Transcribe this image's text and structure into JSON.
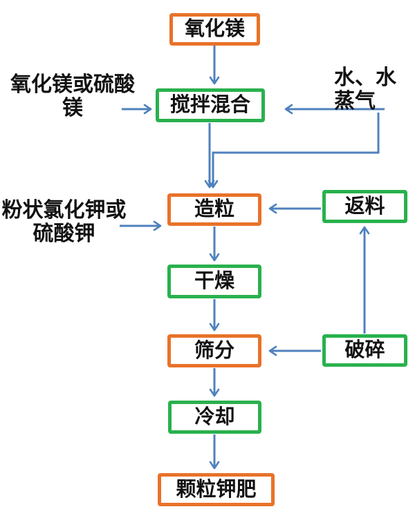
{
  "colors": {
    "orange": "#E8722A",
    "green": "#29B14D",
    "arrow": "#4F81BD",
    "text": "#111111",
    "background": "#FFFFFF"
  },
  "nodes": {
    "magnesium_oxide": {
      "label": "氧化镁",
      "border": "orange"
    },
    "mixing": {
      "label": "搅拌混合",
      "border": "green"
    },
    "granulation": {
      "label": "造粒",
      "border": "orange"
    },
    "return_material": {
      "label": "返料",
      "border": "green"
    },
    "drying": {
      "label": "干燥",
      "border": "green"
    },
    "sieving": {
      "label": "筛分",
      "border": "orange"
    },
    "crushing": {
      "label": "破碎",
      "border": "green"
    },
    "cooling": {
      "label": "冷却",
      "border": "green"
    },
    "granular_potash": {
      "label": "颗粒钾肥",
      "border": "orange"
    }
  },
  "inputs": {
    "mgo_or_mgso4": {
      "label": "氧化镁或硫酸\n镁"
    },
    "kcl_or_k2so4": {
      "label": "粉状氯化钾或\n硫酸钾"
    },
    "water_steam": {
      "label": "水、水\n蒸气"
    }
  },
  "edges": [
    {
      "from": "氧化镁",
      "to": "搅拌混合"
    },
    {
      "from": "氧化镁或硫酸镁",
      "to": "搅拌混合"
    },
    {
      "from": "水、水蒸气",
      "to": "搅拌混合"
    },
    {
      "from": "搅拌混合",
      "to": "造粒"
    },
    {
      "from": "水、水蒸气",
      "to": "造粒"
    },
    {
      "from": "粉状氯化钾或硫酸钾",
      "to": "造粒"
    },
    {
      "from": "返料",
      "to": "造粒"
    },
    {
      "from": "造粒",
      "to": "干燥"
    },
    {
      "from": "干燥",
      "to": "筛分"
    },
    {
      "from": "破碎",
      "to": "筛分"
    },
    {
      "from": "破碎",
      "to": "返料"
    },
    {
      "from": "筛分",
      "to": "冷却"
    },
    {
      "from": "冷却",
      "to": "颗粒钾肥"
    }
  ]
}
